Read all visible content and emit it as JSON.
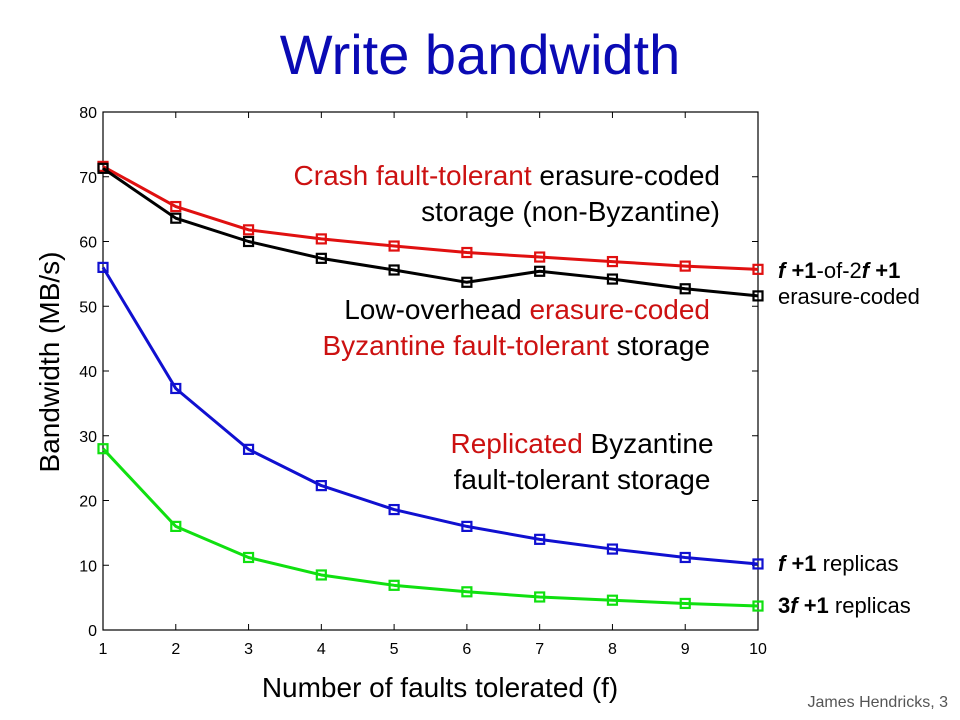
{
  "title": "Write bandwidth",
  "footer": "James Hendricks, 3",
  "annotations": {
    "crash": {
      "line1_red": "Crash fault-tolerant",
      "line1_rest": " erasure-coded",
      "line2": "storage (non-Byzantine)"
    },
    "low": {
      "line1_plain": "Low-overhead ",
      "line1_red": "erasure-coded",
      "line2_red": "Byzantine fault-tolerant",
      "line2_rest": " storage"
    },
    "replicated": {
      "line1_red": "Replicated",
      "line1_rest": " Byzantine",
      "line2": "fault-tolerant storage"
    }
  },
  "right_labels": {
    "erasure": {
      "f1": "f",
      "t1": " +1",
      "t2": "-of-2",
      "f2": "f",
      "t3": " +1",
      "line2": "erasure-coded"
    },
    "f1": {
      "f": "f",
      "t": " +1",
      "rest": " replicas"
    },
    "f3": {
      "pre": "3",
      "f": "f",
      "t": " +1",
      "rest": " replicas"
    }
  },
  "chart_data": {
    "type": "line",
    "title": "Write bandwidth",
    "xlabel": "Number of faults tolerated (f)",
    "ylabel": "Bandwidth (MB/s)",
    "xlim": [
      1,
      10
    ],
    "ylim": [
      0,
      80
    ],
    "x": [
      1,
      2,
      3,
      4,
      5,
      6,
      7,
      8,
      9,
      10
    ],
    "x_ticks": [
      1,
      2,
      3,
      4,
      5,
      6,
      7,
      8,
      9,
      10
    ],
    "y_ticks": [
      0,
      10,
      20,
      30,
      40,
      50,
      60,
      70,
      80
    ],
    "grid": false,
    "series": [
      {
        "color": "#e01010",
        "values": [
          71.6,
          65.4,
          61.8,
          60.4,
          59.3,
          58.3,
          57.6,
          56.9,
          56.2,
          55.7
        ]
      },
      {
        "color": "#000000",
        "values": [
          71.3,
          63.6,
          60.0,
          57.4,
          55.6,
          53.7,
          55.4,
          54.2,
          52.7,
          51.6
        ]
      },
      {
        "color": "#1010d0",
        "values": [
          56.0,
          37.3,
          27.9,
          22.3,
          18.6,
          16.0,
          14.0,
          12.5,
          11.2,
          10.2
        ]
      },
      {
        "color": "#10e010",
        "values": [
          28.0,
          16.0,
          11.2,
          8.5,
          6.9,
          5.9,
          5.1,
          4.6,
          4.1,
          3.7
        ]
      }
    ]
  }
}
